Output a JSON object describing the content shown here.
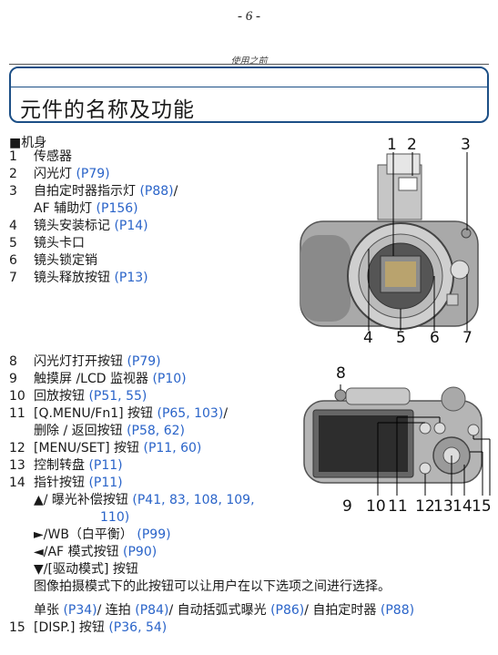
{
  "page": {
    "number": "- 6 -",
    "header": "使用之前",
    "title": "元件的名称及功能",
    "section": "■机身"
  },
  "front_list": [
    {
      "num": "1",
      "text": "传感器",
      "ref": ""
    },
    {
      "num": "2",
      "text": "闪光灯",
      "ref": "(P79)"
    },
    {
      "num": "3",
      "text": "自拍定时器指示灯",
      "ref": "(P88)",
      "tail": "/"
    },
    {
      "num": "",
      "text": "AF 辅助灯",
      "ref": "(P156)",
      "indent": true
    },
    {
      "num": "4",
      "text": "镜头安装标记",
      "ref": "(P14)"
    },
    {
      "num": "5",
      "text": "镜头卡口",
      "ref": ""
    },
    {
      "num": "6",
      "text": "镜头锁定销",
      "ref": ""
    },
    {
      "num": "7",
      "text": "镜头释放按钮",
      "ref": "(P13)"
    }
  ],
  "back_list": [
    {
      "num": "8",
      "text": "闪光灯打开按钮",
      "ref": "(P79)"
    },
    {
      "num": "9",
      "text": "触摸屏 /LCD 监视器",
      "ref": "(P10)"
    },
    {
      "num": "10",
      "text": "回放按钮",
      "ref": "(P51, 55)"
    },
    {
      "num": "11",
      "text": "[Q.MENU/Fn1] 按钮",
      "ref": "(P65, 103)",
      "tail": "/"
    },
    {
      "num": "",
      "text": "删除 / 返回按钮",
      "ref": "(P58, 62)",
      "indent": true
    },
    {
      "num": "12",
      "text": "[MENU/SET] 按钮",
      "ref": "(P11, 60)"
    },
    {
      "num": "13",
      "text": "控制转盘",
      "ref": "(P11)"
    },
    {
      "num": "14",
      "text": "指针按钮",
      "ref": "(P11)"
    }
  ],
  "sub_list": [
    {
      "text": "▲/ 曝光补偿按钮",
      "ref": "(P41, 83, 108, 109,"
    },
    {
      "text": "",
      "ref": "110)",
      "extra_indent": true
    },
    {
      "text": "►/WB（白平衡）",
      "ref": "(P99)"
    },
    {
      "text": "◄/AF 模式按钮",
      "ref": "(P90)"
    },
    {
      "text": "▼/[驱动模式] 按钮",
      "ref": ""
    },
    {
      "text": "图像拍摄模式下的此按钮可以让用户在以下选项之间进行选择。",
      "ref": ""
    }
  ],
  "drive_line": [
    {
      "t": "单张 ",
      "r": "(P34)"
    },
    {
      "t": "/ 连拍 ",
      "r": "(P84)"
    },
    {
      "t": "/ 自动括弧式曝光 ",
      "r": "(P86)"
    },
    {
      "t": "/ 自拍定时器 ",
      "r": "(P88)"
    }
  ],
  "last_item": {
    "num": "15",
    "text": "[DISP.] 按钮",
    "ref": "(P36, 54)"
  },
  "front_labels": {
    "l1": "1",
    "l2": "2",
    "l3": "3",
    "l4": "4",
    "l5": "5",
    "l6": "6",
    "l7": "7"
  },
  "back_labels": {
    "l8": "8",
    "l9": "9",
    "l10": "10",
    "l11": "11",
    "l12": "12",
    "l13": "13",
    "l14": "14",
    "l15": "15"
  },
  "colors": {
    "title_border": "#1c4f86",
    "ref_link": "#2a64c9"
  }
}
